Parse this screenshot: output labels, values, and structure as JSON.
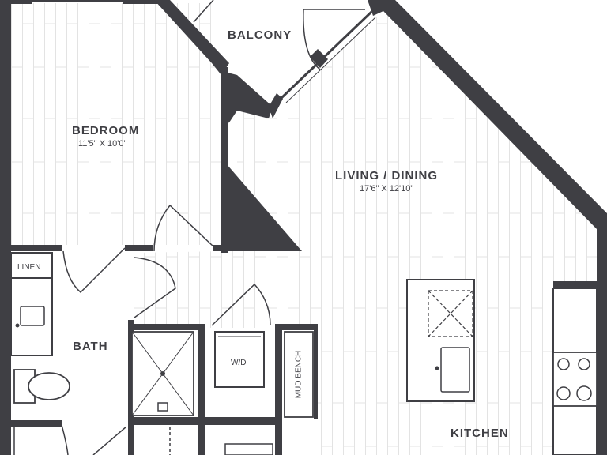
{
  "colors": {
    "wall": "#3f3f44",
    "floor_lines": "#e6e6e6",
    "fixture": "#3f3f44",
    "background": "#ffffff"
  },
  "rooms": {
    "balcony": {
      "label": "BALCONY"
    },
    "bedroom": {
      "label": "BEDROOM",
      "dimensions": "11'5\" X 10'0\""
    },
    "living_dining": {
      "label": "LIVING / DINING",
      "dimensions": "17'6\" X 12'10\""
    },
    "bath": {
      "label": "BATH"
    },
    "kitchen": {
      "label": "KITCHEN"
    }
  },
  "fixtures": {
    "linen": "LINEN",
    "washer_dryer": "W/D",
    "mud_bench": "MUD BENCH"
  },
  "icons": [
    "door-swing-icon",
    "sink-icon",
    "toilet-icon",
    "shower-icon",
    "cooktop-icon",
    "island-icon"
  ]
}
